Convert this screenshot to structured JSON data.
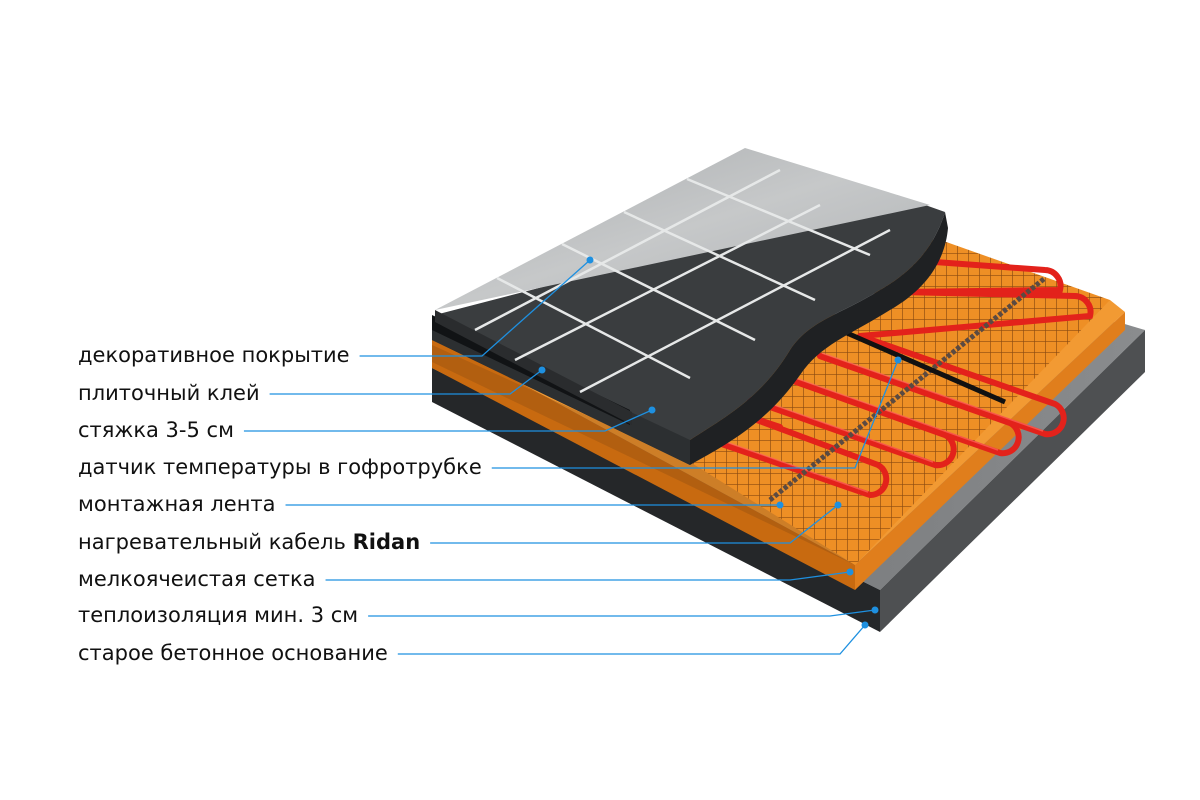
{
  "diagram": {
    "labels": [
      "декоративное покрытие",
      "плиточный клей",
      "стяжка 3-5 см",
      "датчик температуры в гофротрубке",
      "монтажная лента",
      "нагревательный кабель",
      "мелкоячеистая сетка",
      "теплоизоляция мин. 3 см",
      "старое бетонное основание"
    ],
    "brand": "Ridan"
  },
  "colors": {
    "leader": "#1e90e0",
    "tile": "#b9bcbd",
    "grout": "#e6e8e8",
    "screed": "#3a3d3f",
    "insulation": "#e9881f",
    "mesh": "#8a4a10",
    "cable": "#e3221b",
    "tape": "#5a4a42",
    "concrete": "#4a4c4e",
    "text": "#111111"
  }
}
